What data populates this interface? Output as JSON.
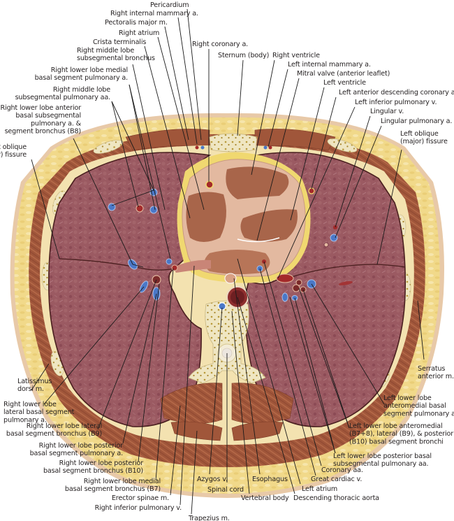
{
  "figure": {
    "title": "Axial cross-section of thorax at level of heart (ventricles) and lower lobes",
    "colors": {
      "background": "#ffffff",
      "fat": "#f1d98a",
      "fat_highlight": "#f7e9b4",
      "skin": "#e8c9a8",
      "muscle": "#a0563a",
      "muscle_light": "#b86b4a",
      "lung": "#9b5a62",
      "lung_dark": "#7b3c48",
      "pleura_line": "#4a1f1f",
      "heart_chamber": "#a8654a",
      "heart_wall": "#e3b9a0",
      "pericardium_fat": "#f0d870",
      "bone": "#efe6c2",
      "bone_marrow": "#b99a3a",
      "vein_blue": "#4a78c8",
      "artery_red": "#a42a2a",
      "label_text": "#231f20",
      "leader_line": "#1a1a1a"
    }
  },
  "labels": {
    "top": [
      {
        "id": "pericardium",
        "lines": [
          "Pericardium"
        ]
      },
      {
        "id": "right-internal-mammary-a",
        "lines": [
          "Right internal mammary a."
        ]
      },
      {
        "id": "pectoralis-major-m",
        "lines": [
          "Pectoralis major m."
        ]
      },
      {
        "id": "right-atrium",
        "lines": [
          "Right atrium"
        ]
      },
      {
        "id": "crista-terminalis",
        "lines": [
          "Crista terminalis"
        ]
      },
      {
        "id": "right-middle-lobe-subsegmental-bronchus",
        "lines": [
          "Right middle lobe",
          "subsegmental bronchus"
        ]
      },
      {
        "id": "right-coronary-a",
        "lines": [
          "Right coronary a."
        ]
      },
      {
        "id": "sternum-body",
        "lines": [
          "Sternum (body)"
        ]
      },
      {
        "id": "right-ventricle",
        "lines": [
          "Right ventricle"
        ]
      },
      {
        "id": "left-internal-mammary-a",
        "lines": [
          "Left internal mammary a."
        ]
      },
      {
        "id": "mitral-valve",
        "lines": [
          "Mitral valve (anterior leaflet)"
        ]
      },
      {
        "id": "left-ventricle",
        "lines": [
          "Left ventricle"
        ]
      },
      {
        "id": "left-anterior-descending-coronary-a",
        "lines": [
          "Left anterior descending coronary a."
        ]
      },
      {
        "id": "left-inferior-pulmonary-v",
        "lines": [
          "Left inferior pulmonary v."
        ]
      },
      {
        "id": "lingular-v",
        "lines": [
          "Lingular v."
        ]
      },
      {
        "id": "lingular-pulmonary-a",
        "lines": [
          "Lingular pulmonary a."
        ]
      },
      {
        "id": "left-oblique-fissure",
        "lines": [
          "Left oblique",
          "(major) fissure"
        ]
      }
    ],
    "left": [
      {
        "id": "right-lower-lobe-medial-basal-segment-pulmonary-a",
        "lines": [
          "Right lower lobe medial",
          "basal segment pulmonary a."
        ]
      },
      {
        "id": "right-middle-lobe-subsegmental-pulmonary-aa",
        "lines": [
          "Right middle lobe",
          "subsegmental pulmonary aa."
        ]
      },
      {
        "id": "right-lower-lobe-anterior-basal-b8",
        "lines": [
          "Right lower lobe anterior",
          "basal subsegmental",
          "pulmonary a. &",
          "segment bronchus (B8)"
        ]
      },
      {
        "id": "right-oblique-fissure",
        "lines": [
          "Right oblique",
          "(major) fissure"
        ]
      },
      {
        "id": "latissimus-dorsi-m",
        "lines": [
          "Latissimus",
          "dorsi m."
        ]
      },
      {
        "id": "right-lower-lobe-lateral-basal-segment-pulmonary-a",
        "lines": [
          "Right lower lobe",
          "lateral basal segment",
          "pulmonary a."
        ]
      }
    ],
    "bottom_left": [
      {
        "id": "right-lower-lobe-lateral-basal-segment-bronchus-b9",
        "lines": [
          "Right lower lobe lateral",
          "basal segment bronchus (B9)"
        ]
      },
      {
        "id": "right-lower-lobe-posterior-basal-segment-pulmonary-a",
        "lines": [
          "Right lower lobe posterior",
          "basal segment pulmonary a."
        ]
      },
      {
        "id": "right-lower-lobe-posterior-basal-segment-bronchus-b10",
        "lines": [
          "Right lower lobe posterior",
          "basal segment bronchus (B10)"
        ]
      },
      {
        "id": "right-lower-lobe-medial-basal-segment-bronchus-b7",
        "lines": [
          "Right lower lobe medial",
          "basal segment bronchus (B7)"
        ]
      },
      {
        "id": "erector-spinae-m",
        "lines": [
          "Erector spinae m."
        ]
      },
      {
        "id": "right-inferior-pulmonary-v",
        "lines": [
          "Right inferior pulmonary v."
        ]
      },
      {
        "id": "trapezius-m",
        "lines": [
          "Trapezius m."
        ]
      }
    ],
    "bottom_center": [
      {
        "id": "azygos-v",
        "lines": [
          "Azygos v."
        ]
      },
      {
        "id": "spinal-cord",
        "lines": [
          "Spinal cord"
        ]
      },
      {
        "id": "vertebral-body",
        "lines": [
          "Vertebral body"
        ]
      },
      {
        "id": "esophagus",
        "lines": [
          "Esophagus"
        ]
      },
      {
        "id": "left-atrium",
        "lines": [
          "Left atrium"
        ]
      },
      {
        "id": "descending-thoracic-aorta",
        "lines": [
          "Descending thoracic aorta"
        ]
      },
      {
        "id": "great-cardiac-v",
        "lines": [
          "Great cardiac v."
        ]
      },
      {
        "id": "coronary-aa",
        "lines": [
          "Coronary aa."
        ]
      }
    ],
    "right": [
      {
        "id": "serratus-anterior-m",
        "lines": [
          "Serratus",
          "anterior m."
        ]
      },
      {
        "id": "left-lower-lobe-anteromedial-basal-segment-pulmonary-a",
        "lines": [
          "Left lower lobe",
          "anteromedial basal",
          "segment pulmonary a."
        ]
      },
      {
        "id": "left-lower-lobe-basal-segment-bronchi",
        "lines": [
          "Left lower lobe anteromedial",
          "(B7+8), lateral (B9), & posterior",
          "(B10) basal segment bronchi"
        ]
      },
      {
        "id": "left-lower-lobe-posterior-basal-subsegmental-pulmonary-aa",
        "lines": [
          "Left lower lobe posterior basal",
          "subsegmental pulmonary aa."
        ]
      }
    ]
  }
}
